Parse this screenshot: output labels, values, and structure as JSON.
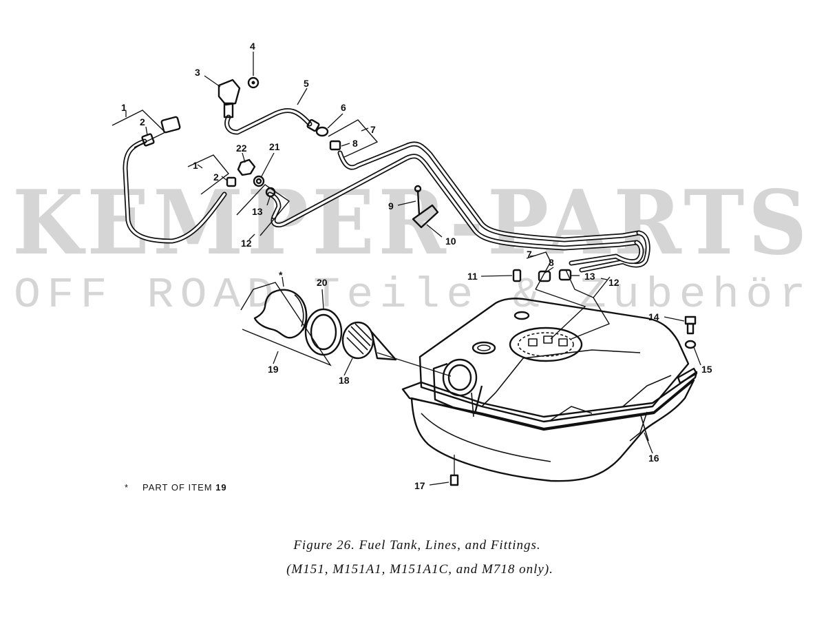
{
  "watermark": {
    "line1": "KEMPER-PARTS",
    "line2": "OFF ROAD Teile & Zubehör"
  },
  "callouts": {
    "c1a": "1",
    "c2a": "2",
    "c3": "3",
    "c4": "4",
    "c5": "5",
    "c6": "6",
    "c7a": "7",
    "c8a": "8",
    "c1b": "1",
    "c2b": "2",
    "c22": "22",
    "c21": "21",
    "c13a": "13",
    "c12a": "12",
    "c9": "9",
    "c10": "10",
    "c7b": "7",
    "c8b": "8",
    "c13b": "13",
    "c12b": "12",
    "c11": "11",
    "c14": "14",
    "c15": "15",
    "c16": "16",
    "c17": "17",
    "c18": "18",
    "c19": "19",
    "c20": "20",
    "cstar": "*"
  },
  "note": {
    "star": "*",
    "text": "PART OF ITEM ",
    "item": "19"
  },
  "caption": {
    "line1": "Figure 26. Fuel Tank, Lines, and Fittings.",
    "line2": "(M151, M151A1, M151A1C, and M718 only)."
  }
}
